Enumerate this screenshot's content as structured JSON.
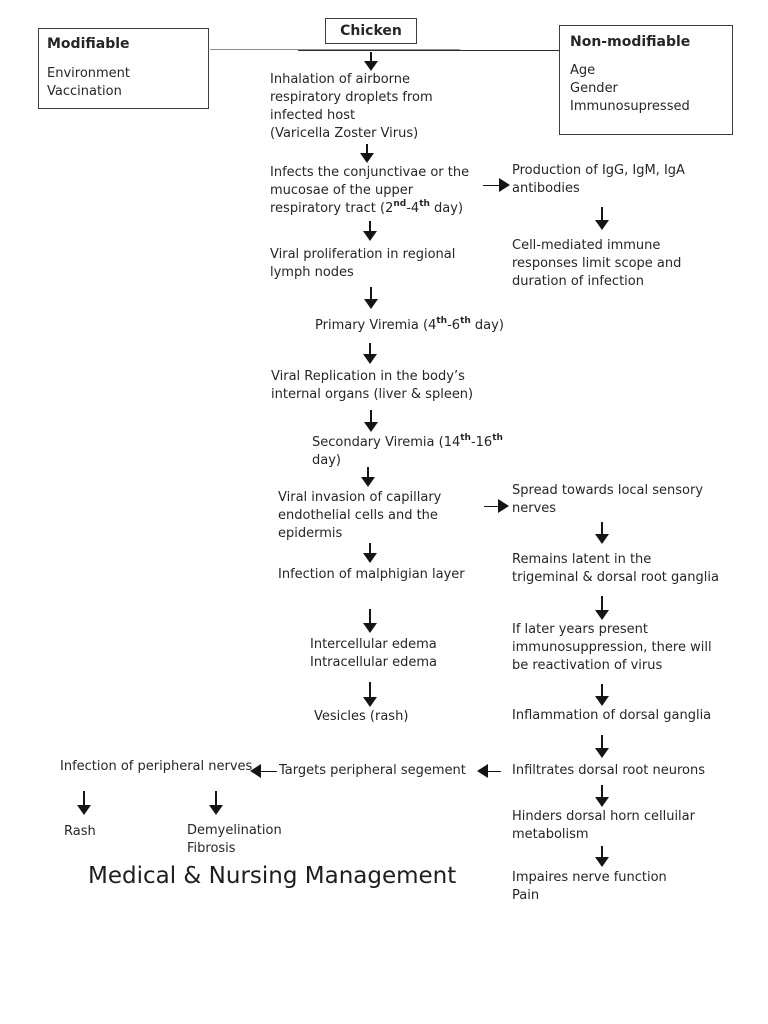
{
  "meta": {
    "ink_color": "#262626",
    "gray_line_color": "#8f8f8f"
  },
  "boxes": {
    "modifiable": {
      "title": "Modifiable",
      "items": [
        "Environment",
        "Vaccination"
      ]
    },
    "chicken": {
      "title": "Chicken"
    },
    "non_modifiable": {
      "title": "Non-modifiable",
      "items": [
        "Age",
        "Gender",
        "Immunosupressed"
      ]
    }
  },
  "middle": {
    "inhalation": [
      "Inhalation of airborne",
      "respiratory droplets from",
      "infected host",
      "(Varicella Zoster Virus)"
    ],
    "infects_lines": [
      "Infects the conjunctivae or the",
      "mucosae of the upper"
    ],
    "infects_day": [
      "respiratory tract (2",
      "nd",
      "-4",
      "th",
      " day)"
    ],
    "viral_proliferation": [
      "Viral proliferation in regional",
      "lymph nodes"
    ],
    "primary_viremia": [
      "Primary Viremia (4",
      "th",
      "-6",
      "th",
      " day)"
    ],
    "viral_replication": [
      "Viral Replication in the body’s",
      "internal organs (liver & spleen)"
    ],
    "secondary_viremia": [
      "Secondary Viremia (14",
      "th",
      "-16",
      "th",
      ""
    ],
    "secondary_viremia_line2": "day)",
    "viral_invasion": [
      "Viral invasion of capillary",
      "endothelial cells and the",
      "epidermis"
    ],
    "malphigian": "Infection of malphigian layer",
    "edema": [
      "Intercellular edema",
      "Intracellular edema"
    ],
    "vesicles": "Vesicles (rash)"
  },
  "right": {
    "production": [
      "Production of IgG, IgM, IgA",
      "antibodies"
    ],
    "cell_mediated": [
      "Cell-mediated immune",
      "responses limit scope and",
      "duration of infection"
    ],
    "spread": [
      "Spread towards local sensory",
      "nerves"
    ],
    "remains_latent": [
      "Remains latent in the",
      "trigeminal & dorsal root ganglia"
    ],
    "reactivation": [
      "If later years present",
      "immunosuppression, there will",
      "be reactivation of virus"
    ],
    "inflammation": "Inflammation of dorsal ganglia",
    "infiltrates": "Infiltrates dorsal root neurons",
    "hinders": [
      "Hinders dorsal horn celluilar",
      "metabolism"
    ],
    "impaires": [
      "Impaires nerve function",
      "Pain"
    ]
  },
  "bottom": {
    "peripheral_nerves": "Infection of peripheral nerves",
    "targets": "Targets peripheral segement",
    "rash": "Rash",
    "demyelination": [
      "Demyelination",
      "Fibrosis"
    ],
    "title": "Medical & Nursing Management"
  }
}
